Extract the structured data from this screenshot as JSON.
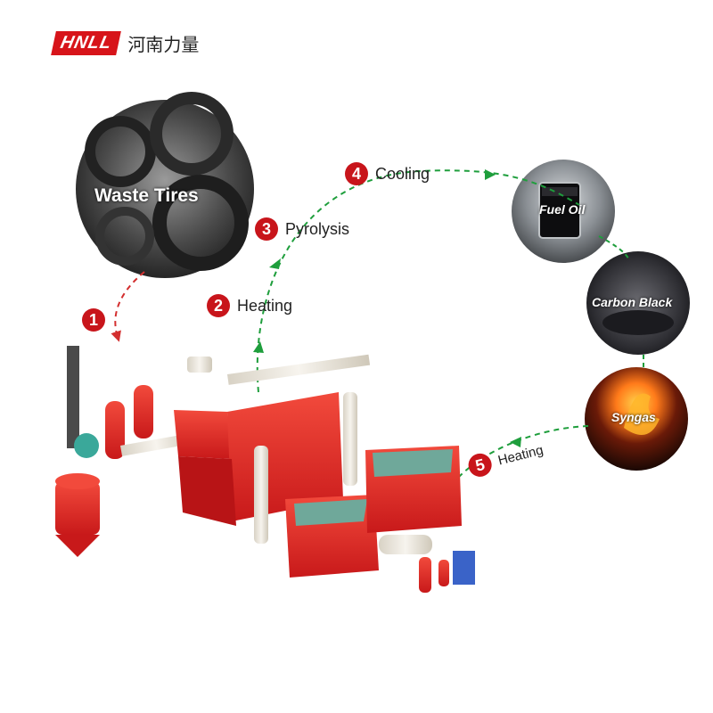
{
  "logo": {
    "mark": "HNLL",
    "cn": "河南力量"
  },
  "inputs": {
    "waste_tires": "Waste Tires"
  },
  "steps": [
    {
      "num": "1",
      "label": ""
    },
    {
      "num": "2",
      "label": "Heating"
    },
    {
      "num": "3",
      "label": "Pyrolysis"
    },
    {
      "num": "4",
      "label": "Cooling"
    },
    {
      "num": "5",
      "label": "Heating"
    }
  ],
  "products": {
    "fuel_oil": "Fuel Oil",
    "carbon_black": "Carbon Black",
    "syngas": "Syngas"
  },
  "colors": {
    "accent_red": "#c8151b",
    "arrow_red": "#d32f2f",
    "arrow_green": "#1e9e3c",
    "machine_red": "#e8302a",
    "pipe": "#e6e0d4"
  }
}
